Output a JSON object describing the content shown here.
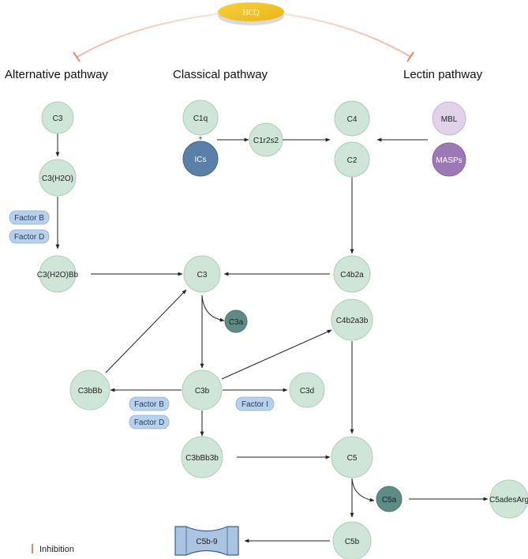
{
  "drug": {
    "label": "HCQ"
  },
  "pathways": {
    "alternative": "Alternative pathway",
    "classical": "Classical pathway",
    "lectin": "Lectin pathway"
  },
  "nodes": {
    "c3_alt": "C3",
    "c3h2o": "C3(H2O)",
    "c3h2obb": "C3(H2O)Bb",
    "c1q": "C1q",
    "ics": "ICs",
    "plus": "+",
    "c1r2s2": "C1r2s2",
    "c4": "C4",
    "c2": "C2",
    "mbl": "MBL",
    "masps": "MASPs",
    "c4b2a": "C4b2a",
    "c3_center": "C3",
    "c3a": "C3a",
    "c4b2a3b": "C4b2a3b",
    "c3bbb": "C3bBb",
    "c3b": "C3b",
    "c3d": "C3d",
    "c3bbb3b": "C3bBb3b",
    "c5": "C5",
    "c5a": "C5a",
    "c5adesarg": "C5adesArg",
    "c5b": "C5b",
    "c5b9": "C5b-9"
  },
  "pills": {
    "factor_b_top": "Factor B",
    "factor_d_top": "Factor D",
    "factor_b_bottom": "Factor B",
    "factor_d_bottom": "Factor D",
    "factor_i": "Factor I"
  },
  "legend": {
    "inhibition": "Inhibition"
  },
  "colors": {
    "node_fill": "#cfe5d8",
    "node_stroke": "#aacfbb",
    "dark_node": "#5f8a86",
    "ics_fill": "#5a7fa8",
    "mbl_fill": "#e1d2ea",
    "masps_fill": "#9c78b4",
    "pill_fill": "#b8d0ec",
    "inhibition_line": "#e8806b",
    "hcq_gold": "#f2c22a"
  }
}
